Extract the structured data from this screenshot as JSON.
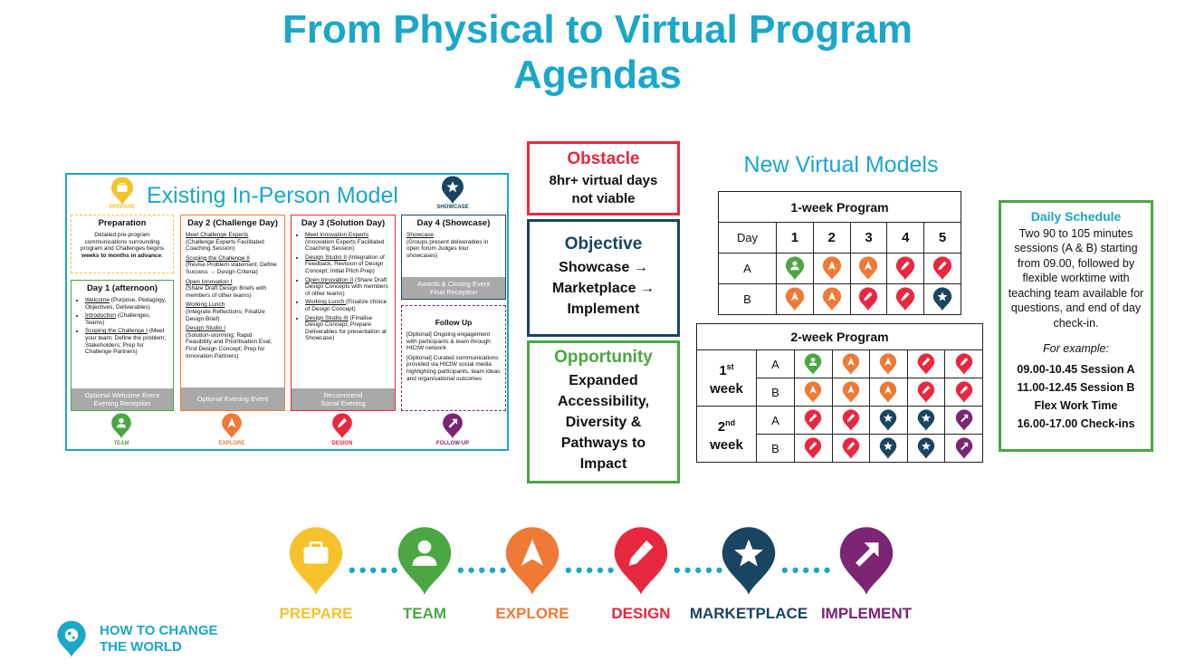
{
  "title": {
    "line1": "From Physical to Virtual Program",
    "line2": "Agendas"
  },
  "colors": {
    "teal": "#1aa7c9",
    "prepare": "#f6c22b",
    "team": "#4aa741",
    "explore": "#ef7a36",
    "design": "#e8283f",
    "marketplace": "#194560",
    "implement": "#7b2574"
  },
  "existing": {
    "title": "Existing In-Person Model",
    "top_labels": {
      "prepare": "PREPARE",
      "showcase": "SHOWCASE"
    },
    "bottom_labels": {
      "team": "TEAM",
      "explore": "EXPLORE",
      "design": "DESIGN",
      "followup": "FOLLOW-UP"
    },
    "prep": {
      "header": "Preparation",
      "text1": "Detailed pre-program communications surrounding program and Challenges begins ",
      "text_bold": "weeks to months in advance",
      "text2": "."
    },
    "day1": {
      "header": "Day 1 (afternoon)",
      "i1u": "Welcome",
      "i1": " (Purpose, Pedagogy, Objectives, Deliverables)",
      "i2u": "Introduction",
      "i2": " (Challenges, Teams)",
      "i3u": "Scoping the Challenge I",
      "i3": " (Meet your team; Define the problem; Stakeholders; Prep for Challenge Partners)",
      "band": "Optional Welcome Event\nEvening Reception"
    },
    "day2": {
      "header": "Day 2 (Challenge Day)",
      "a_u": "Meet Challenge Experts",
      "a": "(Challenge Experts Facilitated Coaching Session)",
      "b_u": "Scoping the Challenge II",
      "b": "(Revise Problem statement; Define Success → Design Criteria)",
      "c_u": "Open Innovation I",
      "c": "(Share Draft Design Briefs with members of other teams)",
      "d_u": "Working Lunch",
      "d": "(Integrate Reflections; Finalize Design Brief)",
      "e_u": "Design Studio I",
      "e": "(Solution-storming; Rapid Feasibility and Prioritisation Eval; First Design Concept; Prep for Innovation Partners)",
      "band": "Optional Evening Event"
    },
    "day3": {
      "header": "Day 3 (Solution Day)",
      "a_u": "Meet Innovation Experts",
      "a": " (Innovation Experts Facilitated Coaching Session)",
      "b_u": "Design Studio II",
      "b": " (Integration of Feedback; Revision of Design Concept; Initial Pitch Prep)",
      "c_u": "Open Innovation II",
      "c": " (Share Draft Design Concepts with members of other teams)",
      "d_u": "Working Lunch ",
      "d": "(Finalize choice of Design Concept)",
      "e_u": "Design Studio III",
      "e": " (Finalise Design Concept; Prepare Deliverables for presentation at Showcase)",
      "band": "Recommend\nSocial Evening"
    },
    "day4": {
      "header": "Day 4 (Showcase)",
      "a_u": "Showcase",
      "a": "(Groups present deliverables in open forum Judges tour showcases)",
      "band": "Awards & Closing Event\nFinal Reception"
    },
    "follow": {
      "header": "Follow Up",
      "p1": "[Optional] Ongoing engagement with participants & team through HtCtW network",
      "p2": "[Optional] Curated communications provided via HtCtW social media highlighting participants, team ideas and organisational outcomes"
    }
  },
  "obstacle": {
    "head": "Obstacle",
    "body": "8hr+ virtual days not viable"
  },
  "objective": {
    "head": "Objective",
    "l1": "Showcase →",
    "l2": "Marketplace →",
    "l3": "Implement"
  },
  "opportunity": {
    "head": "Opportunity",
    "body": "Expanded Accessibility, Diversity & Pathways to Impact"
  },
  "new_models": {
    "title": "New Virtual Models",
    "week1": {
      "title": "1-week Program",
      "day_label": "Day",
      "days": [
        "1",
        "2",
        "3",
        "4",
        "5"
      ],
      "rows": [
        {
          "label": "A",
          "pins": [
            "team",
            "explore",
            "explore",
            "design",
            "design"
          ]
        },
        {
          "label": "B",
          "pins": [
            "explore",
            "explore",
            "design",
            "design",
            "marketplace"
          ]
        }
      ]
    },
    "week2": {
      "title": "2-week Program",
      "weeks": [
        {
          "num": "1",
          "sup": "st",
          "word": "week",
          "rows": [
            {
              "label": "A",
              "pins": [
                "team",
                "explore",
                "explore",
                "design",
                "design"
              ]
            },
            {
              "label": "B",
              "pins": [
                "explore",
                "explore",
                "explore",
                "design",
                "design"
              ]
            }
          ]
        },
        {
          "num": "2",
          "sup": "nd",
          "word": "week",
          "rows": [
            {
              "label": "A",
              "pins": [
                "design",
                "design",
                "marketplace",
                "marketplace",
                "implement"
              ]
            },
            {
              "label": "B",
              "pins": [
                "design",
                "design",
                "marketplace",
                "marketplace",
                "implement"
              ]
            }
          ]
        }
      ]
    }
  },
  "daily": {
    "head": "Daily Schedule",
    "body": "Two 90 to 105 minutes sessions (A & B) starting from 09.00, followed by flexible worktime with teaching team available for questions, and end of day check-in.",
    "example": "For example:",
    "slots": [
      "09.00-10.45 Session A",
      "11.00-12.45 Session B",
      "Flex Work Time",
      "16.00-17.00 Check-ins"
    ]
  },
  "phases": [
    {
      "key": "prepare",
      "label": "PREPARE",
      "icon": "briefcase-icon"
    },
    {
      "key": "team",
      "label": "TEAM",
      "icon": "person-icon"
    },
    {
      "key": "explore",
      "label": "EXPLORE",
      "icon": "arrow-icon"
    },
    {
      "key": "design",
      "label": "DESIGN",
      "icon": "pencil-icon"
    },
    {
      "key": "marketplace",
      "label": "MARKETPLACE",
      "icon": "star-icon"
    },
    {
      "key": "implement",
      "label": "IMPLEMENT",
      "icon": "diagonal-arrow-icon"
    }
  ],
  "logo": {
    "line1": "HOW TO CHANGE",
    "line2": "THE WORLD"
  }
}
